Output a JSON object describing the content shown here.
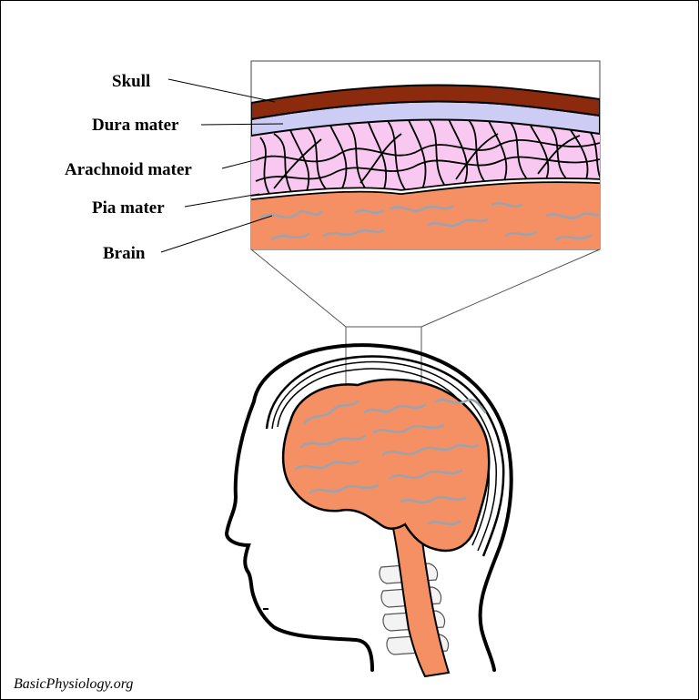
{
  "labels": {
    "skull": "Skull",
    "dura": "Dura mater",
    "arachnoid": "Arachnoid mater",
    "pia": "Pia mater",
    "brain": "Brain"
  },
  "credit": "BasicPhysiology.org",
  "colors": {
    "skull": "#8b2a0c",
    "dura": "#ccccf5",
    "arachnoid": "#f8c8f0",
    "brain": "#f58f64",
    "gyri": "#9aa4b0",
    "vertebra": "#f3f3f3",
    "outline": "#000000"
  }
}
